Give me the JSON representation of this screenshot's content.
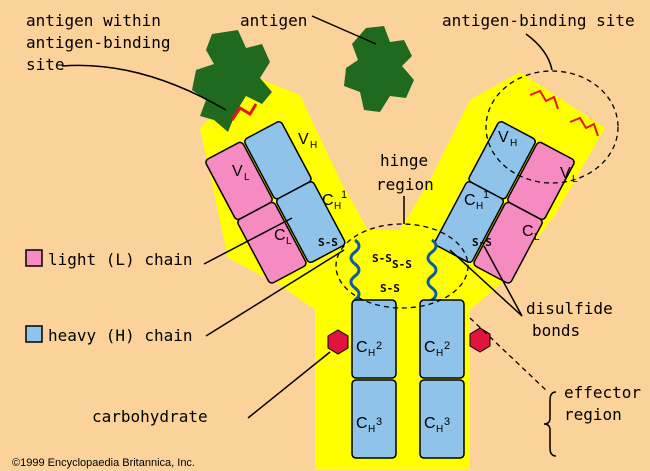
{
  "labels": {
    "antigen_within": "antigen within",
    "antigen_binding_site_line": "antigen-binding",
    "site_word": "site",
    "antigen": "antigen",
    "antigen_binding_site": "antigen-binding site",
    "hinge": "hinge",
    "region": "region",
    "light_chain": "light (L) chain",
    "heavy_chain": "heavy (H) chain",
    "disulfide": "disulfide",
    "bonds": "bonds",
    "effector": "effector",
    "effector_region": "region",
    "carbohydrate": "carbohydrate",
    "copyright": "©1999 Encyclopaedia Britannica, Inc."
  },
  "domains": {
    "V": "V",
    "C": "C",
    "sub_L": "L",
    "sub_H": "H",
    "one": "1",
    "two": "2",
    "three": "3"
  },
  "bonds_text": {
    "ss": "S-S",
    "ss_left": "S-S",
    "ss_right": "S-S"
  },
  "colors": {
    "background": "#fbd29a",
    "yellow_region": "#ffff00",
    "heavy_chain": "#8fc3ea",
    "light_chain": "#f58bc0",
    "antigen": "#1f6a1f",
    "disulfide": "#e8131b",
    "carbohydrate": "#e0143c"
  }
}
